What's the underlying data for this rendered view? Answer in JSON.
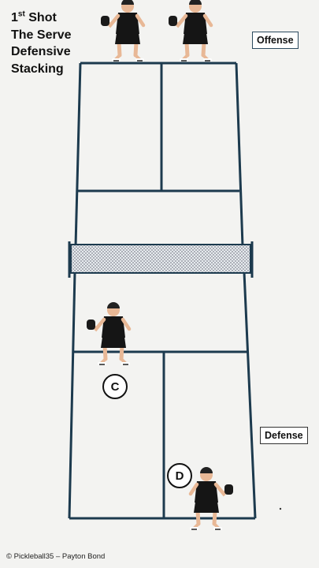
{
  "title": {
    "line1_num": "1",
    "line1_sup": "st",
    "line1_rest": " Shot",
    "line2": "The Serve",
    "line3": "Defensive",
    "line4": "Stacking"
  },
  "labels": {
    "offense": "Offense",
    "defense": "Defense"
  },
  "markers": {
    "c": "C",
    "d": "D"
  },
  "credit": "© Pickleball35 – Payton Bond",
  "colors": {
    "court_line": "#1c3a4e",
    "net_fill": "#dde4e8",
    "background": "#f3f3f1",
    "player_shirt": "#151515",
    "player_skin": "#e8b896"
  },
  "icons": [
    "player-figure",
    "paddle-icon"
  ]
}
